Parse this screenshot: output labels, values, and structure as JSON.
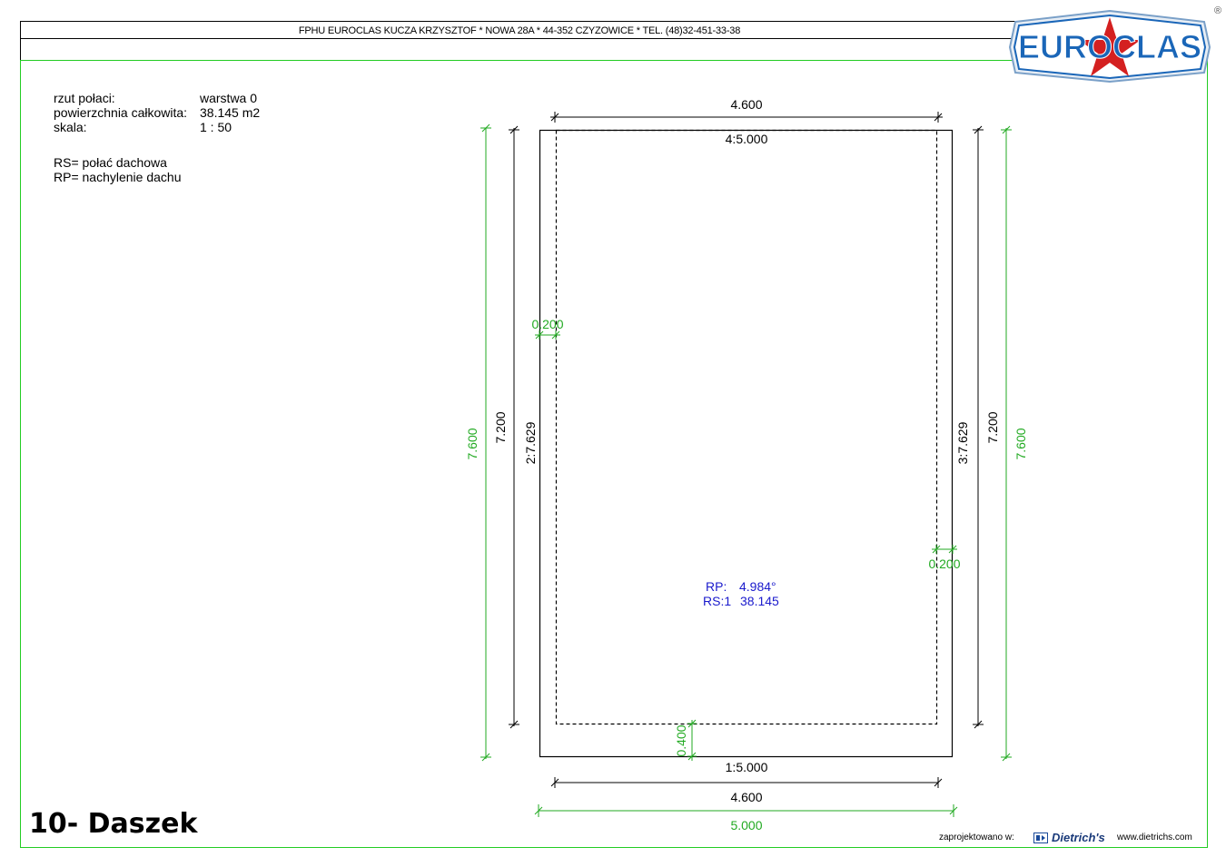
{
  "header": {
    "company_line": "FPHU EUROCLAS KUCZA KRZYSZTOF * NOWA 28A * 44-352 CZYZOWICE * TEL. (48)32-451-33-38",
    "logo_text": "EUROCLAS",
    "registered_mark": "®"
  },
  "info": {
    "rows": [
      {
        "label": "rzut połaci:",
        "value": "warstwa 0"
      },
      {
        "label": "powierzchnia całkowita:",
        "value": "38.145 m2"
      },
      {
        "label": "skala:",
        "value": "1 : 50"
      }
    ],
    "legend": [
      "RS= połać dachowa",
      "RP= nachylenie dachu"
    ]
  },
  "drawing": {
    "top_dim": "4.600",
    "top_edge": "4:5.000",
    "bottom_edge": "1:5.000",
    "bottom_dim_inner": "4.600",
    "bottom_dim_outer": "5.000",
    "left_outer_dim": "7.600",
    "left_inner_dim": "7.200",
    "left_edge": "2:7.629",
    "right_edge": "3:7.629",
    "right_inner_dim": "7.200",
    "right_outer_dim": "7.600",
    "left_offset": "0.200",
    "right_offset": "0.200",
    "bottom_offset": "0.400",
    "rp_label": "RP:",
    "rp_value": "4.984°",
    "rs_label": "RS:1",
    "rs_value": "38.145"
  },
  "footer": {
    "designed_in": "zaprojektowano w:",
    "brand": "Dietrich's",
    "url": "www.dietrichs.com"
  },
  "page_title": "10- Daszek",
  "colors": {
    "frame_green": "#22cc22",
    "dim_green": "#22aa22",
    "annotation_blue": "#1a1acc",
    "logo_blue": "#1a66b8",
    "logo_red": "#d42020"
  }
}
